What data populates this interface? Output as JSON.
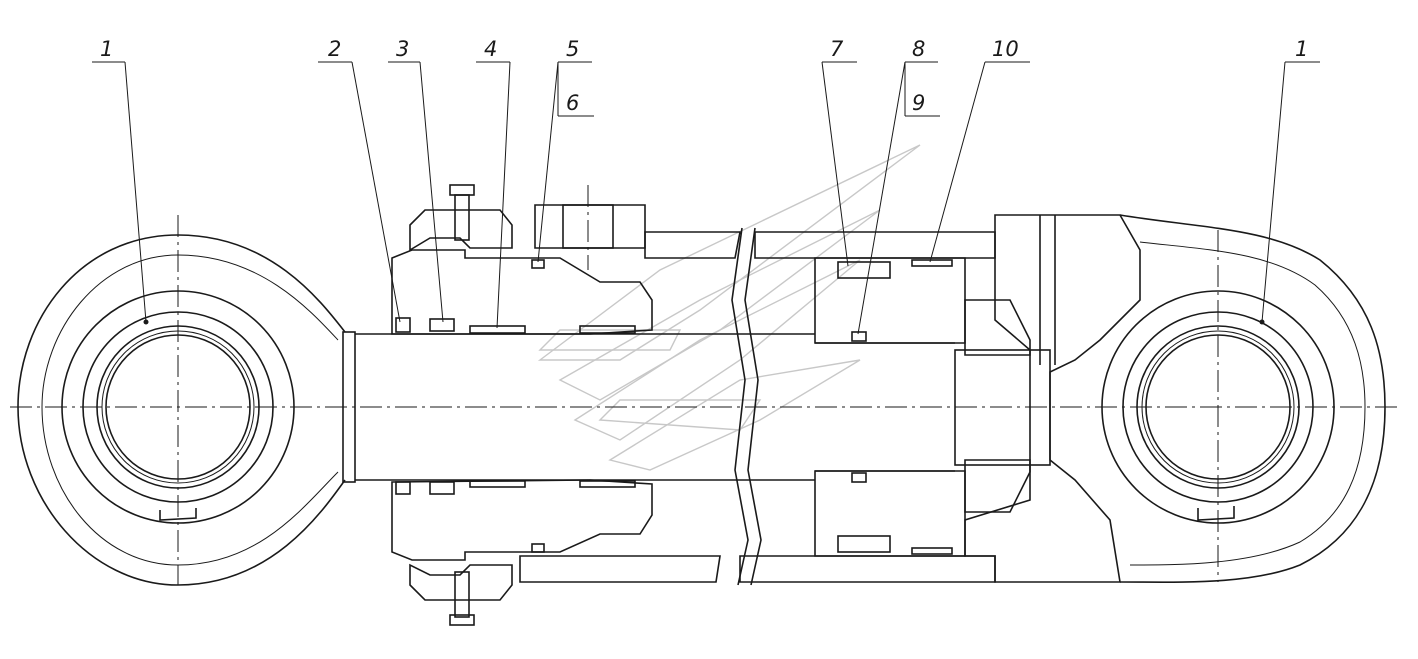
{
  "labels": {
    "p1_left": "1",
    "p2": "2",
    "p3": "3",
    "p4": "4",
    "p5": "5",
    "p6": "6",
    "p7": "7",
    "p8": "8",
    "p9": "9",
    "p10": "10",
    "p1_right": "1"
  },
  "colors": {
    "ink": "#1a1a1a",
    "watermark": "#c8c8c8",
    "paper": "#ffffff"
  }
}
